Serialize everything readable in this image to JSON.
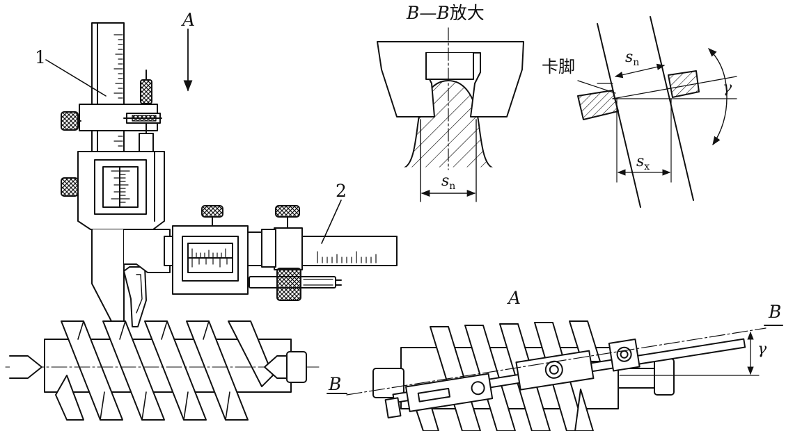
{
  "colors": {
    "ink": "#111111",
    "paper": "#ffffff"
  },
  "labels": {
    "view_a_arrow": "A",
    "section_caption_1": "B",
    "section_caption_dash": "—",
    "section_caption_2": "B",
    "section_caption_cn": "放大",
    "part_1": "1",
    "part_2": "2",
    "sn_section_s": "s",
    "sn_section_n": "n",
    "jaw_cn": "卡脚",
    "sn_detail_s": "s",
    "sn_detail_n": "n",
    "sx_detail_s": "s",
    "sx_detail_x": "x",
    "gamma_detail": "γ",
    "view_a_caption": "A",
    "b_right": "B",
    "b_left": "B",
    "gamma_view": "γ"
  }
}
